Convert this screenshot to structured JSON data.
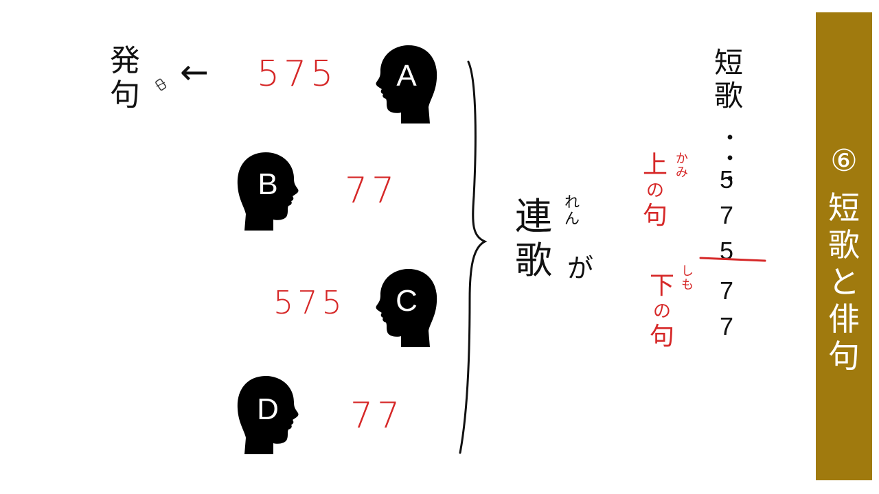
{
  "banner": {
    "number": "⑥",
    "title_chars": [
      "短",
      "歌",
      "と",
      "俳",
      "句"
    ]
  },
  "people": [
    {
      "letter": "A",
      "verse": "575"
    },
    {
      "letter": "B",
      "verse": "77"
    },
    {
      "letter": "C",
      "verse": "575"
    },
    {
      "letter": "D",
      "verse": "77"
    }
  ],
  "hokku": {
    "chars": [
      "発",
      "句"
    ],
    "arrow": "←"
  },
  "renga": {
    "chars": [
      "連",
      "歌"
    ],
    "ruby": [
      "れ",
      "ん"
    ],
    "particle": "が"
  },
  "tanka": {
    "label_chars": [
      "短",
      "歌"
    ],
    "colon": "・・・",
    "syllables": [
      "5",
      "7",
      "5",
      "7",
      "7"
    ]
  },
  "kami_no_ku": {
    "chars": [
      "上",
      "の",
      "句"
    ],
    "ruby": [
      "か",
      "み"
    ]
  },
  "shimo_no_ku": {
    "chars": [
      "下",
      "の",
      "句"
    ],
    "ruby": [
      "し",
      "も"
    ]
  },
  "colors": {
    "accent_red": "#d62828",
    "banner_bg": "#a07a0e",
    "ink": "#111111"
  }
}
